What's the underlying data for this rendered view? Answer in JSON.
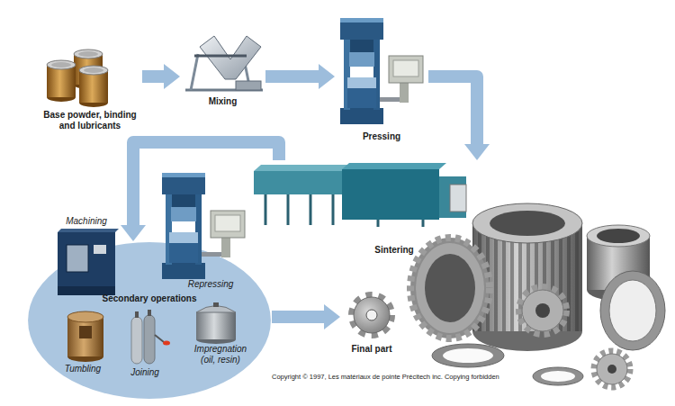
{
  "diagram": {
    "nodes": [
      {
        "text": [
          "Base powder, binding and lubricants"
        ]
      },
      {
        "text": [
          "Mixing"
        ]
      },
      {
        "text": [
          "Pressing"
        ]
      },
      {
        "text": [
          "Sintering"
        ]
      },
      {
        "text": [
          "Secondary operations"
        ]
      },
      {
        "text": [
          "Machining"
        ],
        "in": 4
      },
      {
        "text": [
          "Repressing"
        ],
        "in": 4
      },
      {
        "text": [
          "Tumbling"
        ],
        "in": 4
      },
      {
        "text": [
          "Joining"
        ],
        "in": 4
      },
      {
        "text": [
          "Impregnation (oil, resin)"
        ],
        "in": 4
      },
      {
        "text": [
          "Final part"
        ]
      }
    ],
    "edges": [
      {
        "from": 0,
        "to": 1,
        "arrow": "to"
      },
      {
        "from": 1,
        "to": 2,
        "arrow": "to"
      },
      {
        "from": 2,
        "to": 3,
        "arrow": "to"
      },
      {
        "from": 3,
        "to": 4,
        "arrow": "to"
      },
      {
        "from": 4,
        "to": 10,
        "arrow": "to"
      }
    ],
    "labels": [
      "Copyright © 1997, Les matériaux de pointe Précitech inc. Copying forbidden"
    ]
  }
}
